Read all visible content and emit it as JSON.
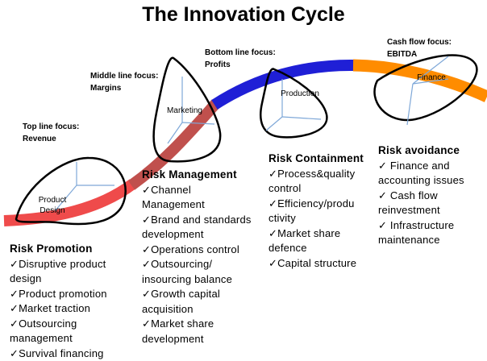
{
  "title": "The Innovation Cycle",
  "colors": {
    "segment_1": "#ef4b4b",
    "segment_2": "#c0504d",
    "segment_3": "#1f1fd6",
    "segment_4": "#ff8c00",
    "arrow": "#7fa8d8",
    "outline": "#000000"
  },
  "focus_labels": [
    {
      "line1": "Top line focus:",
      "line2": "Revenue"
    },
    {
      "line1": "Middle line focus:",
      "line2": "Margins"
    },
    {
      "line1": "Bottom line focus:",
      "line2": "Profits"
    },
    {
      "line1": "Cash flow focus:",
      "line2": "EBITDA"
    }
  ],
  "stages": [
    {
      "line1": "Product",
      "line2": "Design"
    },
    {
      "line1": "Marketing",
      "line2": ""
    },
    {
      "line1": "Production",
      "line2": ""
    },
    {
      "line1": "Finance",
      "line2": ""
    }
  ],
  "risks": [
    {
      "heading": "Risk Promotion",
      "items": [
        "✓Disruptive product",
        "design",
        "✓Product promotion",
        "✓Market traction",
        "✓Outsourcing",
        "management",
        "✓Survival financing"
      ]
    },
    {
      "heading": "Risk Management",
      "items": [
        "✓Channel",
        "Management",
        "✓Brand and standards",
        "development",
        "✓Operations control",
        "✓Outsourcing/",
        "insourcing balance",
        "✓Growth capital",
        "acquisition",
        "✓Market share",
        "development"
      ]
    },
    {
      "heading": "Risk Containment",
      "items": [
        "✓Process&quality",
        "control",
        "✓Efficiency/produ",
        "ctivity",
        "✓Market share",
        "defence",
        "✓Capital structure"
      ]
    },
    {
      "heading": "Risk avoidance",
      "items": [
        "✓ Finance and",
        "accounting issues",
        "✓ Cash flow",
        "reinvestment",
        "✓ Infrastructure",
        "maintenance"
      ]
    }
  ]
}
